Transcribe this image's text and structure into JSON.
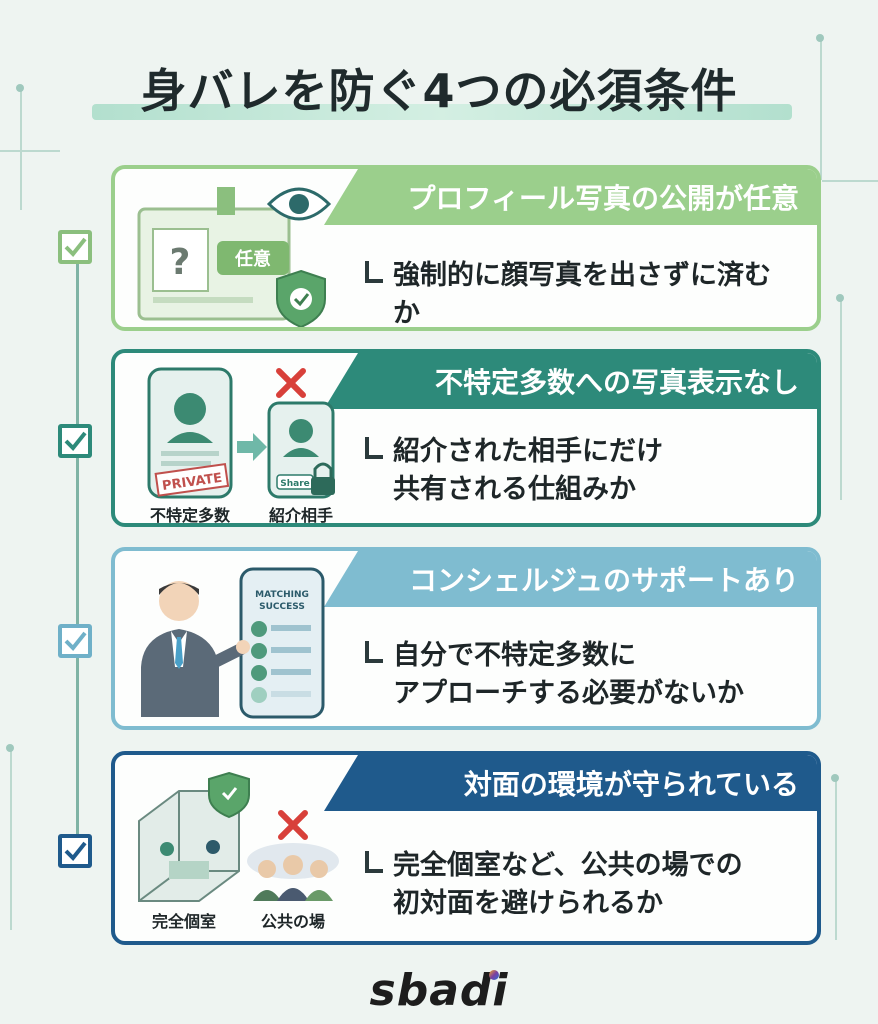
{
  "title": "身バレを防ぐ4つの必須条件",
  "brand": "sbadi",
  "conditions": [
    {
      "heading": "プロフィール写真の公開が任意",
      "description": [
        "強制的に顔写真を出さずに済むか"
      ],
      "badge": "任意",
      "accent": "#8bbf7e",
      "head_color": "#9bcf8c"
    },
    {
      "heading": "不特定多数への写真表示なし",
      "description": [
        "紹介された相手にだけ",
        "共有される仕組みか"
      ],
      "labels": [
        "不特定多数",
        "紹介相手"
      ],
      "stamp": "PRIVATE",
      "share_text": "Share",
      "accent": "#2d8a7a",
      "head_color": "#2d8a7a"
    },
    {
      "heading": "コンシェルジュのサポートあり",
      "description": [
        "自分で不特定多数に",
        "アプローチする必要がないか"
      ],
      "screen_text": [
        "MATCHING",
        "SUCCESS"
      ],
      "accent": "#6fb0c8",
      "head_color": "#7fbcd0"
    },
    {
      "heading": "対面の環境が守られている",
      "description": [
        "完全個室など、公共の場での",
        "初対面を避けられるか"
      ],
      "labels": [
        "完全個室",
        "公共の場"
      ],
      "accent": "#1f5a8c",
      "head_color": "#1f5a8c"
    }
  ]
}
